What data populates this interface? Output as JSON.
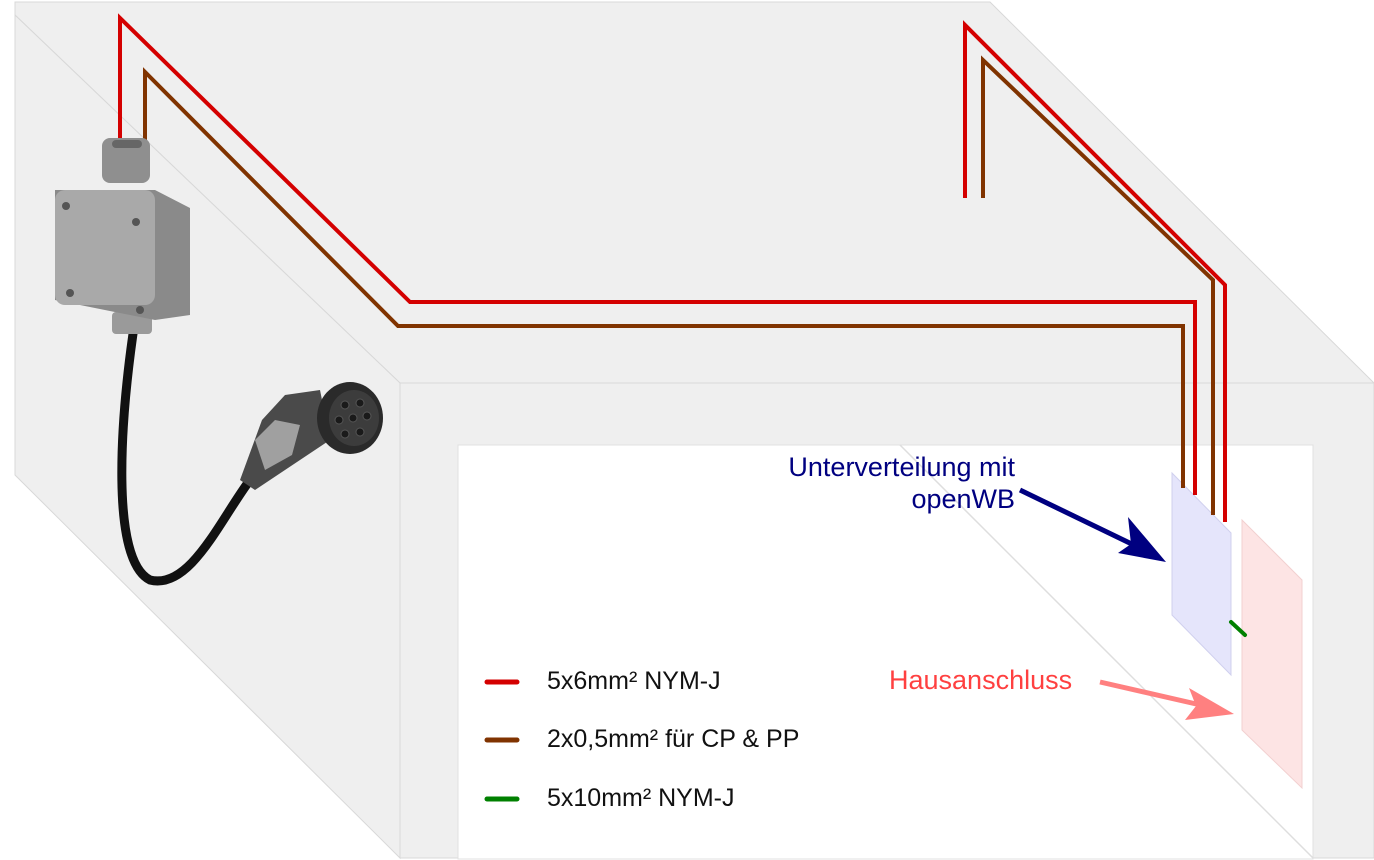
{
  "labels": {
    "subdistribution": [
      "Unterverteilung mit",
      "openWB"
    ],
    "house_connection": "Hausanschluss"
  },
  "legend": [
    {
      "label": "5x6mm² NYM-J",
      "color": "#d40000"
    },
    {
      "label": "2x0,5mm² für CP & PP",
      "color": "#803300"
    },
    {
      "label": "5x10mm² NYM-J",
      "color": "#008000"
    }
  ],
  "colors": {
    "power_cable": "#d40000",
    "signal_cable": "#803300",
    "feed_cable": "#008000",
    "subdistribution_panel": "#e5e5fb",
    "house_connection_panel": "#fde4e4",
    "subdistribution_label": "#000080",
    "house_connection_label": "#ff4040"
  }
}
